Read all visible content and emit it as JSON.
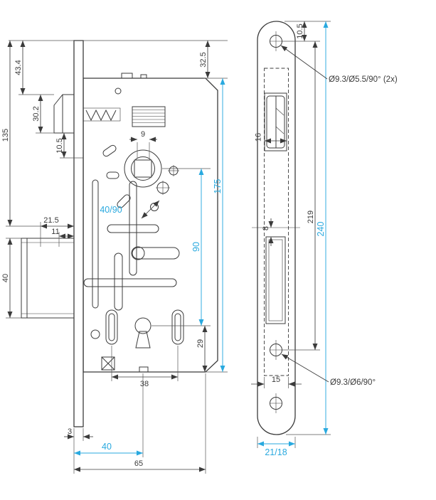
{
  "meta": {
    "title": "Mortise lock technical drawing"
  },
  "colors": {
    "ink": "#3b3b3b",
    "accent": "#29a9df",
    "background": "#ffffff"
  },
  "left": {
    "d_43_4": "43.4",
    "d_30_2": "30.2",
    "d_135": "135",
    "d_10_5": "10.5",
    "d_32_5": "32.5",
    "d_9": "9",
    "d_40_90": "40/90",
    "d_175": "175",
    "d_90": "90",
    "d_21_5": "21.5",
    "d_11": "11",
    "d_40_left": "40",
    "d_29": "29",
    "d_38": "38",
    "d_3": "3",
    "d_40_backset": "40",
    "d_65": "65"
  },
  "right": {
    "d_10_5": "10.5",
    "d_16": "16",
    "d_8": "8",
    "d_219": "219",
    "d_240": "240",
    "d_15": "15",
    "d_21_18": "21/18",
    "callout_top": "Ø9.3/Ø5.5/90° (2x)",
    "callout_mid": "Ø9.3/Ø6/90°"
  }
}
